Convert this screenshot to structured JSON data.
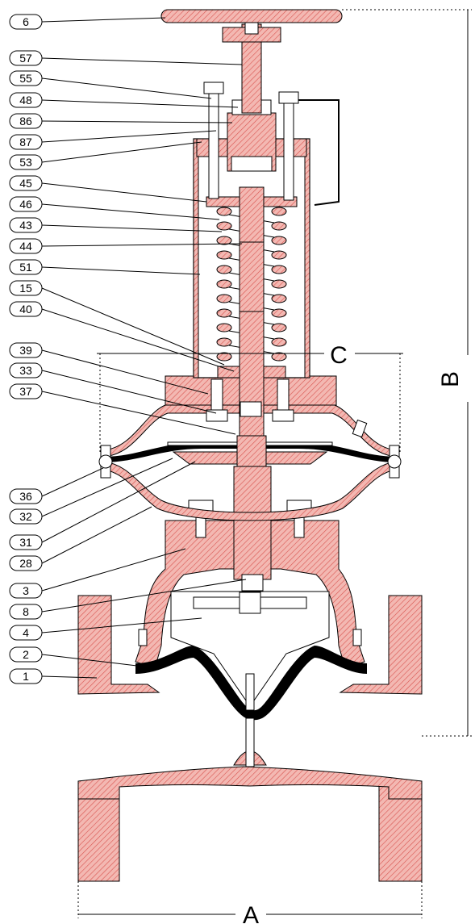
{
  "colors": {
    "body_fill": "#f3b8b2",
    "hatch": "#d9534f",
    "outline": "#000000",
    "diaphragm": "#000000"
  },
  "callouts": [
    {
      "label": "6"
    },
    {
      "label": "57"
    },
    {
      "label": "55"
    },
    {
      "label": "48"
    },
    {
      "label": "86"
    },
    {
      "label": "87"
    },
    {
      "label": "53"
    },
    {
      "label": "45"
    },
    {
      "label": "46"
    },
    {
      "label": "43"
    },
    {
      "label": "44"
    },
    {
      "label": "51"
    },
    {
      "label": "15"
    },
    {
      "label": "40"
    },
    {
      "label": "39"
    },
    {
      "label": "33"
    },
    {
      "label": "37"
    },
    {
      "label": "36"
    },
    {
      "label": "32"
    },
    {
      "label": "31"
    },
    {
      "label": "28"
    },
    {
      "label": "3"
    },
    {
      "label": "8"
    },
    {
      "label": "4"
    },
    {
      "label": "2"
    },
    {
      "label": "1"
    }
  ],
  "dimensions": {
    "a": "A",
    "b": "B",
    "c": "C"
  }
}
